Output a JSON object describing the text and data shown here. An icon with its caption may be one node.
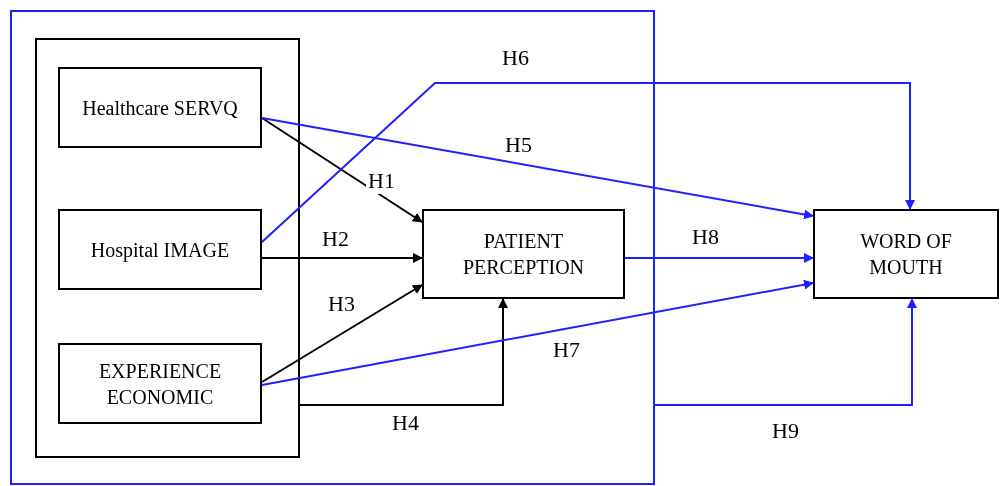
{
  "diagram": {
    "nodes": [
      {
        "text": [],
        "shape": "box"
      },
      {
        "text": [],
        "shape": "box",
        "in": 0
      },
      {
        "text": [
          "Healthcare SERVQ"
        ],
        "in": 1
      },
      {
        "text": [
          "Hospital IMAGE"
        ],
        "in": 1
      },
      {
        "text": [
          "EXPERIENCE ECONOMIC"
        ],
        "in": 1
      },
      {
        "text": [
          "PATIENT PERCEPTION"
        ],
        "in": 0
      },
      {
        "text": [
          "WORD OF MOUTH"
        ]
      }
    ],
    "edges": [
      {
        "from": 2,
        "to": 5,
        "arrow": "to",
        "label": "H1",
        "color": "#000000"
      },
      {
        "from": 3,
        "to": 5,
        "arrow": "to",
        "label": "H2",
        "color": "#000000"
      },
      {
        "from": 4,
        "to": 5,
        "arrow": "to",
        "label": "H3",
        "color": "#000000"
      },
      {
        "from": 1,
        "to": 5,
        "arrow": "to",
        "label": "H4",
        "color": "#000000"
      },
      {
        "from": 2,
        "to": 6,
        "arrow": "to",
        "label": "H5"
      },
      {
        "from": 3,
        "to": 6,
        "arrow": "to",
        "label": "H6"
      },
      {
        "from": 4,
        "to": 6,
        "arrow": "to",
        "label": "H7"
      },
      {
        "from": 5,
        "to": 6,
        "arrow": "to",
        "label": "H8"
      },
      {
        "from": 0,
        "to": 6,
        "arrow": "to",
        "label": "H9"
      }
    ]
  }
}
